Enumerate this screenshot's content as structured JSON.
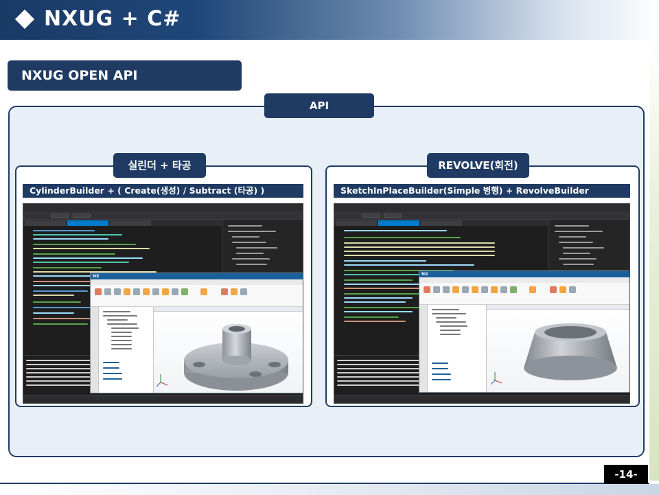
{
  "header": {
    "title": "NXUG + C#"
  },
  "section": {
    "title": "NXUG OPEN API"
  },
  "panel": {
    "tab": "API"
  },
  "left": {
    "tab": "실린더 + 타공",
    "caption": "CylinderBuilder + ( Create(생성) / Subtract (타공) )",
    "nx_logo": "NX"
  },
  "right": {
    "tab": "REVOLVE(회전)",
    "caption": "SketchInPlaceBuilder(Simple 병행) + RevolveBuilder",
    "nx_logo": "NX"
  },
  "page": {
    "number": "-14-"
  },
  "colors": {
    "primary": "#1f3b63",
    "accent": "#007acc",
    "nx_title": "#1a5f9a"
  }
}
